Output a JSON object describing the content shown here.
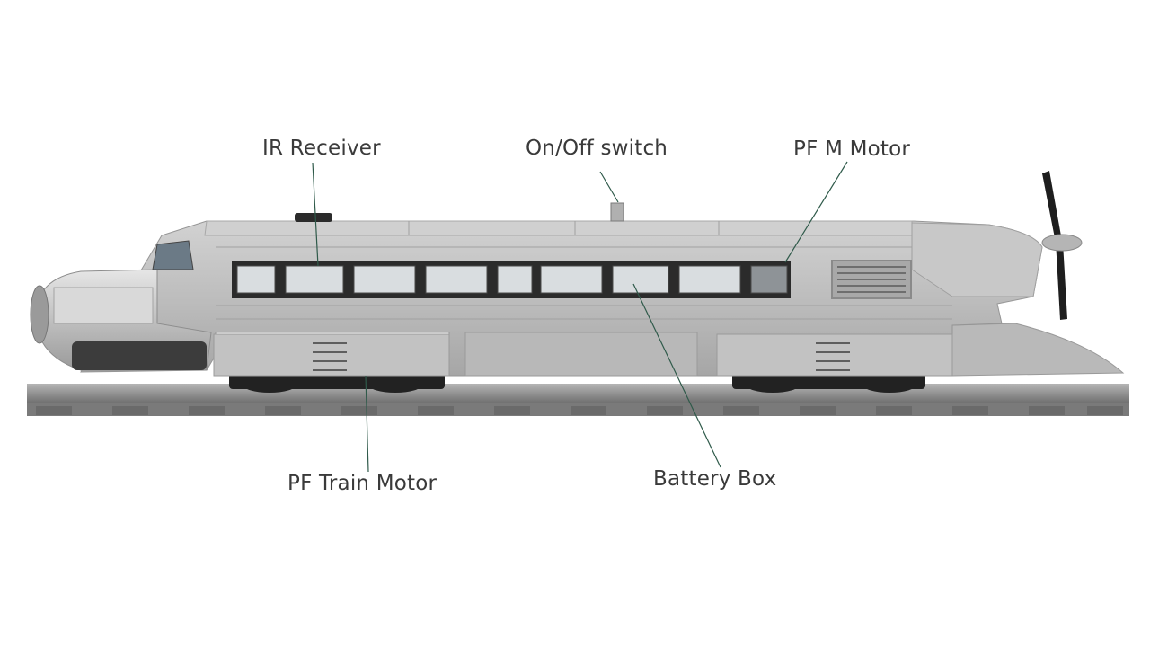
{
  "callouts": {
    "ir_receiver": "IR Receiver",
    "on_off_switch": "On/Off switch",
    "pf_m_motor": "PF M Motor",
    "pf_train_motor": "PF Train Motor",
    "battery_box": "Battery Box"
  },
  "colors": {
    "body_light": "#c4c4c4",
    "body_mid": "#a9a9a9",
    "body_dark": "#8a8a8a",
    "window_frame": "#2b2b2b",
    "track": "#8c8c8c",
    "leader_line": "#2f5a4a"
  }
}
